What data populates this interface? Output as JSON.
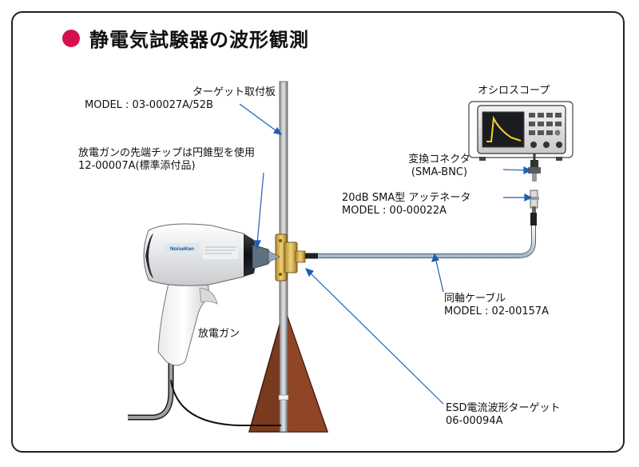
{
  "title": "静電気試験器の波形観測",
  "accent_color": "#d6114f",
  "target_plate": {
    "line1": "ターゲット取付板",
    "line2": "MODEL : 03-00027A/52B"
  },
  "tip": {
    "line1": "放電ガンの先端チップは円錐型を使用",
    "line2": "12-00007A(標準添付品)"
  },
  "oscilloscope": {
    "label": "オシロスコープ"
  },
  "connector": {
    "line1": "変換コネクタ",
    "line2": "(SMA-BNC)"
  },
  "attenuator": {
    "line1": "20dB SMA型 アッテネータ",
    "line2": "MODEL : 00-00022A"
  },
  "cable": {
    "line1": "同軸ケーブル",
    "line2": "MODEL : 02-00157A"
  },
  "gun": {
    "label": "放電ガン",
    "brand": "NoiseKen"
  },
  "esd_target": {
    "line1": "ESD電流波形ターゲット",
    "line2": "06-00094A"
  }
}
